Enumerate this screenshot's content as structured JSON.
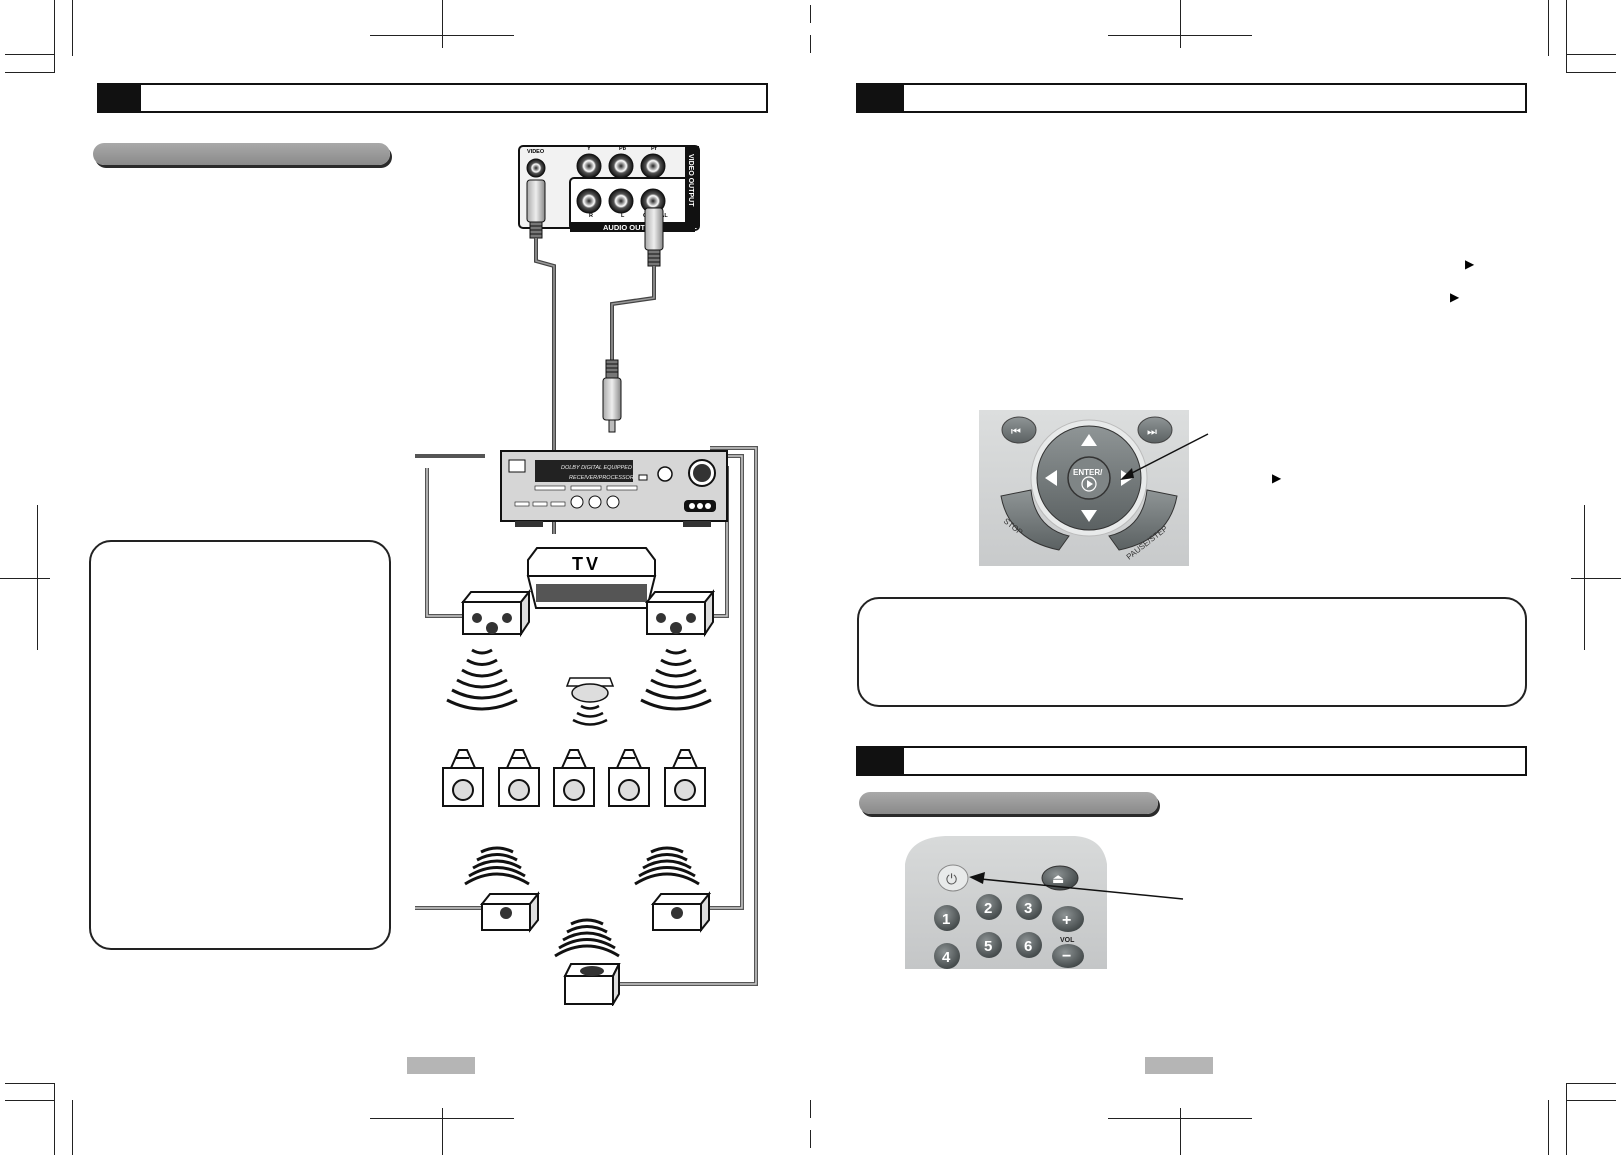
{
  "diagram": {
    "jack_video": "VIDEO",
    "jack_y": "Y",
    "jack_pb": "Pb",
    "jack_pr": "Pr",
    "jack_r": "R",
    "jack_l": "L",
    "jack_coaxial": "COAXIAL",
    "video_output": "VIDEO OUTPUT",
    "audio_output": "AUDIO OUTPUT",
    "receiver_line1": "DOLBY DIGITAL EQUIPPED",
    "receiver_line2": "RECEIVER/PROCESSOR",
    "tv": "TV"
  },
  "remote1": {
    "enter": "ENTER/",
    "stop": "STOP",
    "pause_step": "PAUSE/STEP"
  },
  "remote2": {
    "keys": [
      "1",
      "2",
      "3",
      "4",
      "5",
      "6"
    ],
    "vol": "VOL",
    "plus": "+",
    "minus": "−"
  },
  "glyphs": {
    "play": "▶"
  }
}
